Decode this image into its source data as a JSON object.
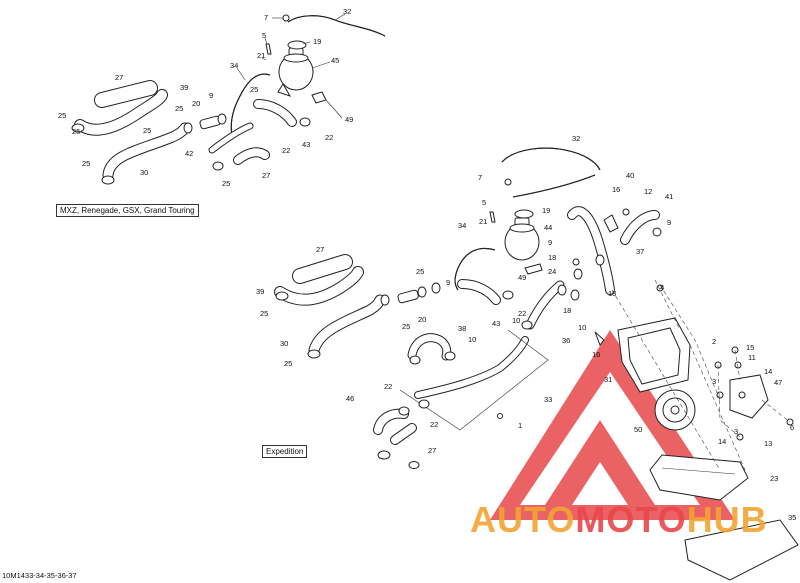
{
  "variant_labels": {
    "top": "MXZ, Renegade, GSX, Grand Touring",
    "bottom": "Expedition"
  },
  "diagram_reference": "10M1433-34-35-36-37",
  "watermark": {
    "brand_auto": "AUTO",
    "brand_moto": "MOTO",
    "brand_hub": "HUB",
    "color_red": "#e8474b",
    "color_orange": "#f2a432"
  },
  "callouts_top": [
    {
      "id": "c7a",
      "text": "7"
    },
    {
      "id": "c32a",
      "text": "32"
    },
    {
      "id": "c5a",
      "text": "5"
    },
    {
      "id": "c19a",
      "text": "19"
    },
    {
      "id": "c21a",
      "text": "21"
    },
    {
      "id": "c45a",
      "text": "45"
    },
    {
      "id": "c34a",
      "text": "34"
    },
    {
      "id": "c27a",
      "text": "27"
    },
    {
      "id": "c39a",
      "text": "39"
    },
    {
      "id": "c25a",
      "text": "25"
    },
    {
      "id": "c9a",
      "text": "9"
    },
    {
      "id": "c20a",
      "text": "20"
    },
    {
      "id": "c25b",
      "text": "25"
    },
    {
      "id": "c25c",
      "text": "25"
    },
    {
      "id": "c49a",
      "text": "49"
    },
    {
      "id": "c25d",
      "text": "25"
    },
    {
      "id": "c22a",
      "text": "22"
    },
    {
      "id": "c43a",
      "text": "43"
    },
    {
      "id": "c42a",
      "text": "42"
    },
    {
      "id": "c22b",
      "text": "22"
    },
    {
      "id": "c25e",
      "text": "25"
    },
    {
      "id": "c30a",
      "text": "30"
    },
    {
      "id": "c25f",
      "text": "25"
    },
    {
      "id": "c27b",
      "text": "27"
    },
    {
      "id": "c25g",
      "text": "25"
    }
  ],
  "callouts_bottom": [
    {
      "id": "c32b",
      "text": "32"
    },
    {
      "id": "c40",
      "text": "40"
    },
    {
      "id": "c7b",
      "text": "7"
    },
    {
      "id": "c16a",
      "text": "16"
    },
    {
      "id": "c12",
      "text": "12"
    },
    {
      "id": "c41",
      "text": "41"
    },
    {
      "id": "c5b",
      "text": "5"
    },
    {
      "id": "c19b",
      "text": "19"
    },
    {
      "id": "c9b",
      "text": "9"
    },
    {
      "id": "c34b",
      "text": "34"
    },
    {
      "id": "c21b",
      "text": "21"
    },
    {
      "id": "c44",
      "text": "44"
    },
    {
      "id": "c9c",
      "text": "9"
    },
    {
      "id": "c37",
      "text": "37"
    },
    {
      "id": "c27c",
      "text": "27"
    },
    {
      "id": "c18a",
      "text": "18"
    },
    {
      "id": "c49b",
      "text": "49"
    },
    {
      "id": "c24",
      "text": "24"
    },
    {
      "id": "c18b",
      "text": "18"
    },
    {
      "id": "c39b",
      "text": "39"
    },
    {
      "id": "c25h",
      "text": "25"
    },
    {
      "id": "c9d",
      "text": "9"
    },
    {
      "id": "c22c",
      "text": "22"
    },
    {
      "id": "c4",
      "text": "4"
    },
    {
      "id": "c25i",
      "text": "25"
    },
    {
      "id": "c25j",
      "text": "25"
    },
    {
      "id": "c20b",
      "text": "20"
    },
    {
      "id": "c43b",
      "text": "43"
    },
    {
      "id": "c10a",
      "text": "10"
    },
    {
      "id": "c18c",
      "text": "18"
    },
    {
      "id": "c10b",
      "text": "10"
    },
    {
      "id": "c2",
      "text": "2"
    },
    {
      "id": "c15",
      "text": "15"
    },
    {
      "id": "c30b",
      "text": "30"
    },
    {
      "id": "c38",
      "text": "38"
    },
    {
      "id": "c36",
      "text": "36"
    },
    {
      "id": "c16b",
      "text": "16"
    },
    {
      "id": "c11",
      "text": "11"
    },
    {
      "id": "c10c",
      "text": "10"
    },
    {
      "id": "c25k",
      "text": "25"
    },
    {
      "id": "c22d",
      "text": "22"
    },
    {
      "id": "c31",
      "text": "31"
    },
    {
      "id": "c3",
      "text": "3"
    },
    {
      "id": "c14a",
      "text": "14"
    },
    {
      "id": "c47",
      "text": "47"
    },
    {
      "id": "c46",
      "text": "46"
    },
    {
      "id": "c33",
      "text": "33"
    },
    {
      "id": "c6",
      "text": "6"
    },
    {
      "id": "c22e",
      "text": "22"
    },
    {
      "id": "c1",
      "text": "1"
    },
    {
      "id": "c50",
      "text": "50"
    },
    {
      "id": "c3b",
      "text": "3"
    },
    {
      "id": "c14b",
      "text": "14"
    },
    {
      "id": "c13",
      "text": "13"
    },
    {
      "id": "c27d",
      "text": "27"
    },
    {
      "id": "c23",
      "text": "23"
    },
    {
      "id": "c35",
      "text": "35"
    }
  ]
}
